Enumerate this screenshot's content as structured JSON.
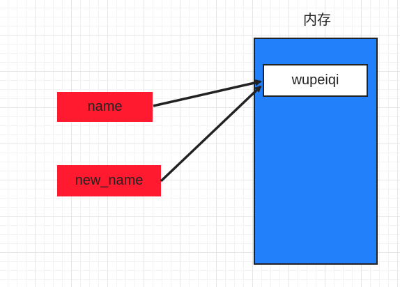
{
  "colors": {
    "memory_fill": "#2280fa",
    "variable_fill": "#ff1a2f",
    "stroke": "#222222"
  },
  "memory": {
    "title": "内存",
    "value": "wupeiqi"
  },
  "variables": [
    {
      "label": "name"
    },
    {
      "label": "new_name"
    }
  ]
}
